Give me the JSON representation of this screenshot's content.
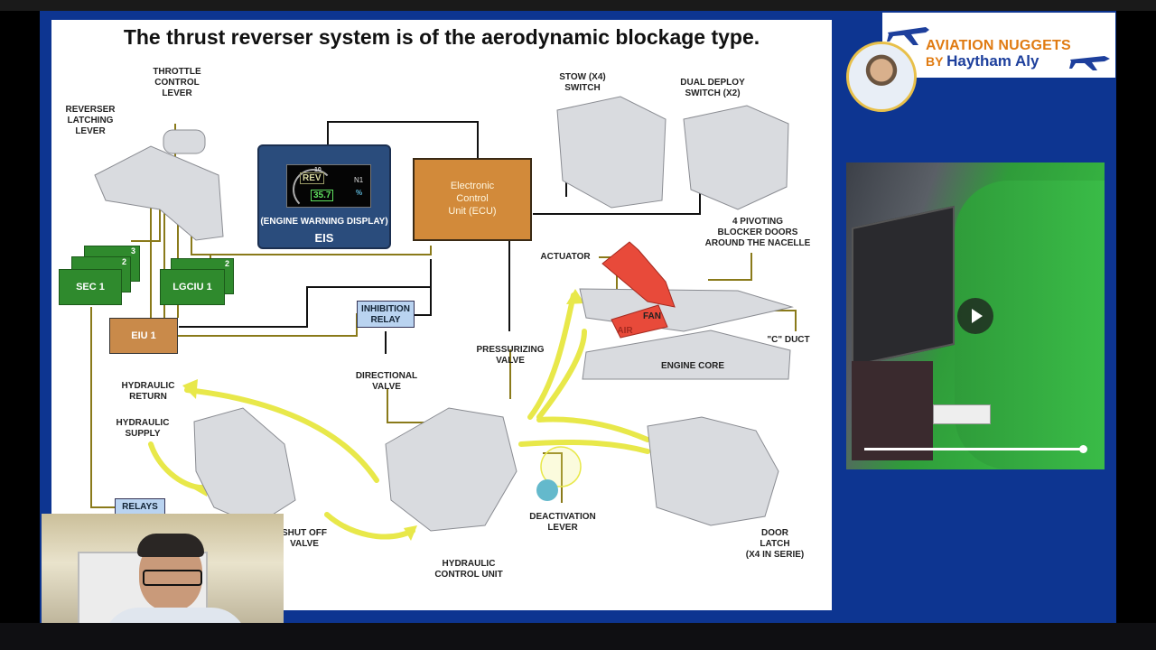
{
  "slide": {
    "title": "The thrust reverser system is of the aerodynamic blockage type."
  },
  "labels": {
    "throttle": [
      "THROTTLE",
      "CONTROL",
      "LEVER"
    ],
    "reverser_latching": [
      "REVERSER",
      "LATCHING",
      "LEVER"
    ],
    "stow_switch": [
      "STOW  (X4)",
      "SWITCH"
    ],
    "dual_deploy": [
      "DUAL DEPLOY",
      "SWITCH (X2)"
    ],
    "blocker_doors": [
      "4 PIVOTING",
      "BLOCKER DOORS",
      "AROUND THE NACELLE"
    ],
    "actuator": "ACTUATOR",
    "fan": "FAN",
    "air": "AIR",
    "c_duct": "\"C\" DUCT",
    "engine_core": "ENGINE CORE",
    "pressurizing_valve": [
      "PRESSURIZING",
      "VALVE"
    ],
    "directional_valve": [
      "DIRECTIONAL",
      "VALVE"
    ],
    "hydraulic_return": [
      "HYDRAULIC",
      "RETURN"
    ],
    "hydraulic_supply": [
      "HYDRAULIC",
      "SUPPLY"
    ],
    "shut_off_valve": [
      "SHUT OFF",
      "VALVE"
    ],
    "deactivation_lever": [
      "DEACTIVATION",
      "LEVER"
    ],
    "hydraulic_control_unit": [
      "HYDRAULIC",
      "CONTROL UNIT"
    ],
    "door_latch": [
      "DOOR",
      "LATCH",
      "(X4 IN SERIE)"
    ]
  },
  "boxes": {
    "ecu": [
      "Electronic",
      "Control",
      "Unit (ECU)"
    ],
    "eis_caption": "(ENGINE WARNING DISPLAY)",
    "eis_name": "EIS",
    "eis_rev": "REV",
    "eis_n1": "N1",
    "eis_pct": "%",
    "eis_value": "35.7",
    "eis_tick": "10",
    "sec1": "SEC 1",
    "sec_stack": [
      "2",
      "3"
    ],
    "lgciu1": "LGCIU 1",
    "lgciu_stack": "2",
    "eiu1": "EIU 1",
    "inhibition_relay": [
      "INHIBITION",
      "RELAY"
    ],
    "relays": "RELAYS"
  },
  "branding": {
    "line1": "AVIATION NUGGETS",
    "line2_prefix": "BY ",
    "line2_name": "Haytham Aly"
  },
  "video": {
    "play_icon": "play-icon"
  },
  "colors": {
    "frame_blue": "#0d3591",
    "brand_orange": "#e07b12",
    "brand_blue": "#1d3f9c",
    "sec_green": "#2f8a2d",
    "ecu_orange": "#d28a3a",
    "wire_olive": "#8a7a1a",
    "flow_yellow": "#e8e84a"
  }
}
